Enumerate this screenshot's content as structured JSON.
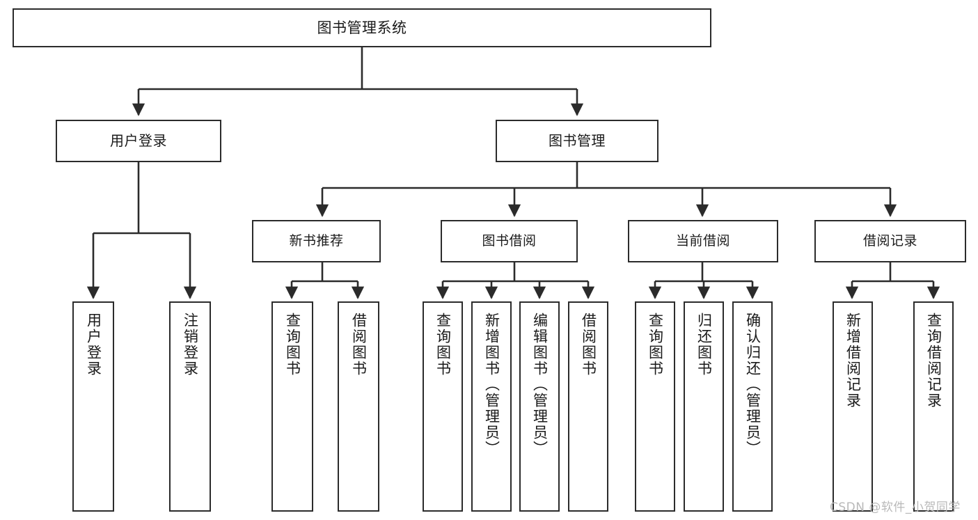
{
  "diagram": {
    "title": "图书管理系统",
    "type": "hierarchy-tree",
    "colors": {
      "box_border": "#2b2b2b",
      "box_fill": "#ffffff",
      "connector": "#2b2b2b",
      "text": "#1a1a1a",
      "watermark": "#b9b9b9"
    },
    "root": {
      "label": "图书管理系统"
    },
    "level1": [
      {
        "id": "user-login",
        "label": "用户登录"
      },
      {
        "id": "book-management",
        "label": "图书管理"
      }
    ],
    "level2": [
      {
        "id": "new-book-recommend",
        "label": "新书推荐"
      },
      {
        "id": "book-borrow",
        "label": "图书借阅"
      },
      {
        "id": "current-borrow",
        "label": "当前借阅"
      },
      {
        "id": "borrow-record",
        "label": "借阅记录"
      }
    ],
    "leaves": {
      "user_login": [
        {
          "id": "leaf-user-login",
          "label": "用户登录"
        },
        {
          "id": "leaf-logout",
          "label": "注销登录"
        }
      ],
      "new_book_recommend": [
        {
          "id": "leaf-query-book-1",
          "label": "查询图书"
        },
        {
          "id": "leaf-borrow-book-1",
          "label": "借阅图书"
        }
      ],
      "book_borrow": [
        {
          "id": "leaf-query-book-2",
          "label": "查询图书"
        },
        {
          "id": "leaf-add-book",
          "label": "新增图书（管理员）"
        },
        {
          "id": "leaf-edit-book",
          "label": "编辑图书（管理员）"
        },
        {
          "id": "leaf-borrow-book-2",
          "label": "借阅图书"
        }
      ],
      "current_borrow": [
        {
          "id": "leaf-query-book-3",
          "label": "查询图书"
        },
        {
          "id": "leaf-return-book",
          "label": "归还图书"
        },
        {
          "id": "leaf-confirm-return",
          "label": "确认归还（管理员）"
        }
      ],
      "borrow_record": [
        {
          "id": "leaf-add-record",
          "label": "新增借阅记录"
        },
        {
          "id": "leaf-query-record",
          "label": "查询借阅记录"
        }
      ]
    }
  },
  "watermark": {
    "text": "CSDN @软件_小贺同学"
  }
}
